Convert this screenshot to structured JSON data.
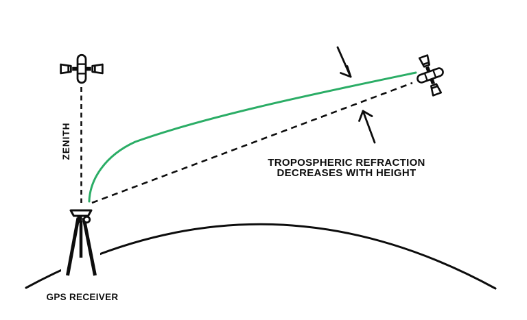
{
  "colors": {
    "background": "#ffffff",
    "ink": "#0d0d0d",
    "green": "#2bad66"
  },
  "labels": {
    "zenith": "ZENITH",
    "gps_receiver": "GPS RECEIVER"
  },
  "annotation": {
    "lines": [
      "TROPOSPHERIC REFRACTION",
      "DECREASES WITH HEIGHT"
    ]
  },
  "icons": {
    "zenith_satellite": "satellite-icon",
    "low_elevation_satellite": "satellite-icon",
    "receiver": "gps-tripod-receiver-icon",
    "arrow_to_refracted_path": "arrow-down-right-icon",
    "arrow_to_straight_path": "arrow-up-left-icon"
  }
}
